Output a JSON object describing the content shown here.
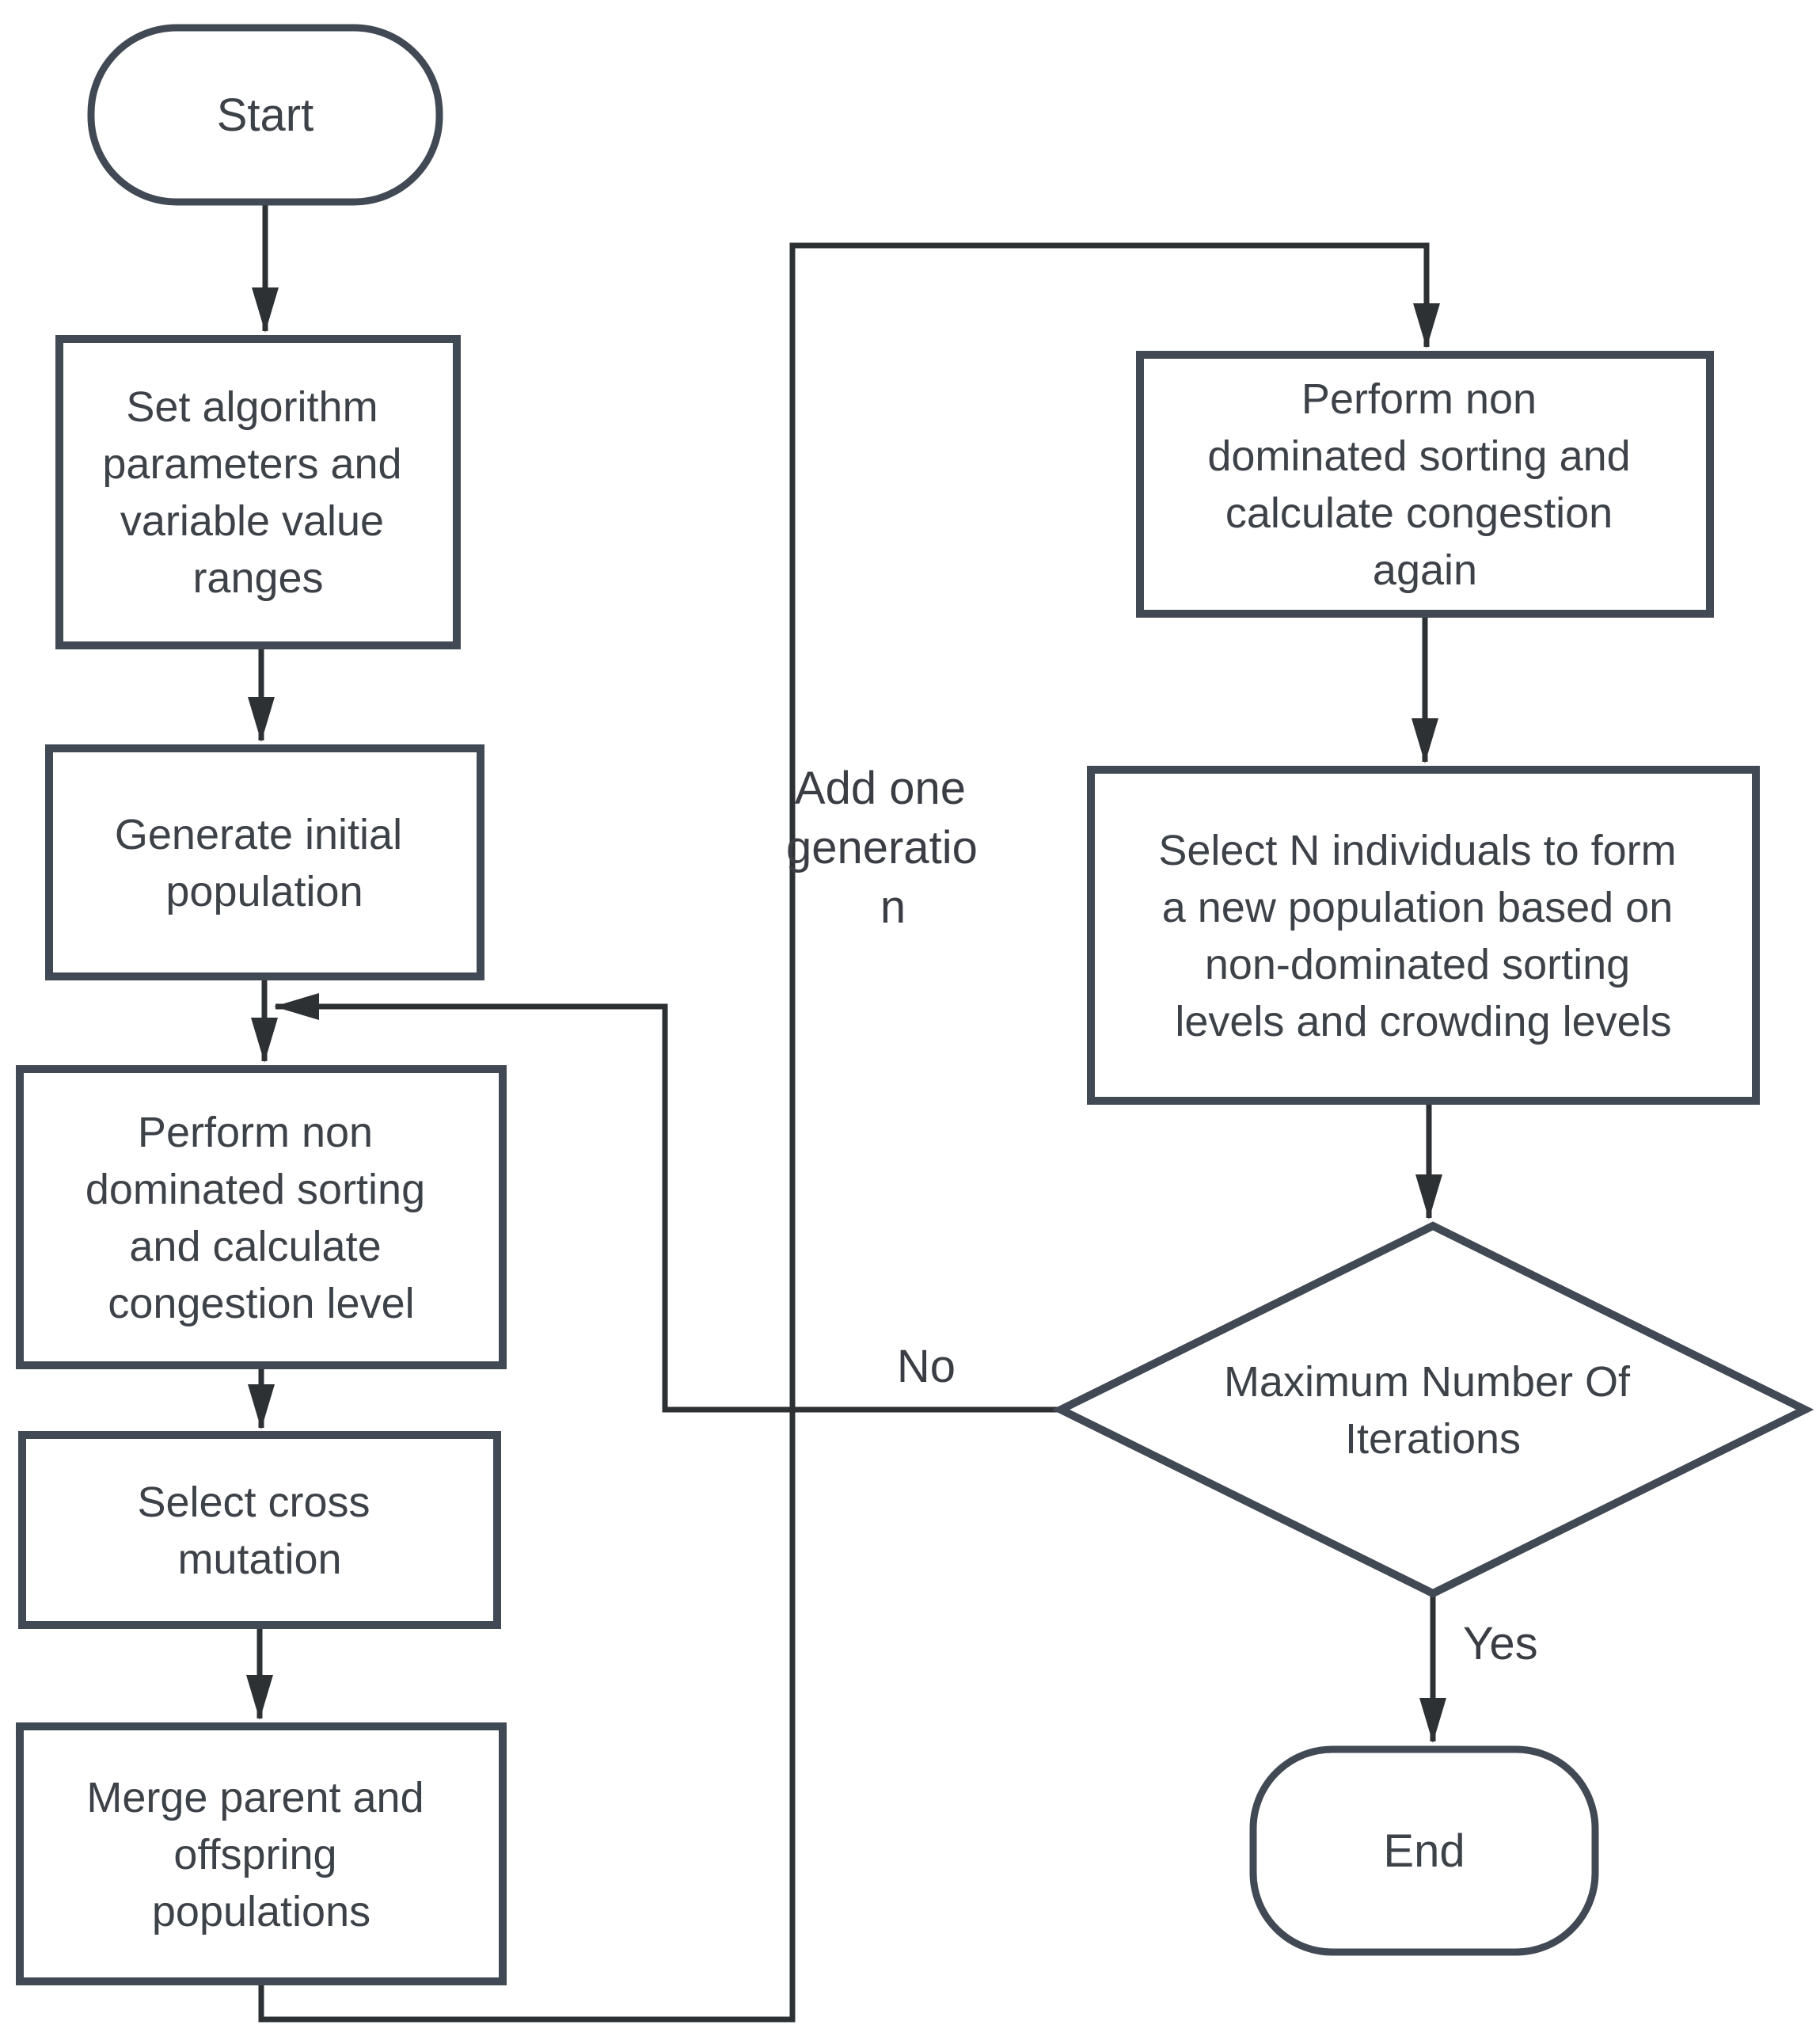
{
  "diagram": {
    "title": "NSGA-II optimization algorithm flowchart",
    "background": "#ffffff",
    "colors": {
      "node_border": "#414954",
      "connector": "#2e3134",
      "arrowhead": "#2e3134",
      "text": "#3d4248"
    },
    "nodes": {
      "start": {
        "type": "terminator",
        "text": "Start",
        "lines": [
          "Start"
        ]
      },
      "set_params": {
        "type": "process",
        "text": "Set algorithm parameters and variable value ranges",
        "lines": [
          "Set algorithm",
          "parameters and",
          "variable value",
          "ranges"
        ]
      },
      "generate": {
        "type": "process",
        "text": "Generate initial population",
        "lines": [
          "Generate initial",
          "population"
        ]
      },
      "sort1": {
        "type": "process",
        "text": "Perform non dominated sorting and calculate congestion level",
        "lines": [
          "Perform non",
          "dominated sorting",
          "and calculate",
          "congestion level"
        ]
      },
      "cross": {
        "type": "process",
        "text": "Select cross mutation",
        "lines": [
          "Select cross",
          "mutation"
        ]
      },
      "merge": {
        "type": "process",
        "text": "Merge parent and offspring populations",
        "lines": [
          "Merge parent and",
          "offspring",
          "populations"
        ]
      },
      "sort2": {
        "type": "process",
        "text": "Perform non dominated sorting and calculate congestion again",
        "lines": [
          "Perform non",
          "dominated sorting and",
          "calculate congestion",
          "again"
        ]
      },
      "select_n": {
        "type": "process",
        "text": "Select N individuals to form a new population based on non-dominated sorting levels and crowding levels",
        "lines": [
          "Select N individuals to form",
          "a new population based on",
          "non-dominated sorting",
          "levels and crowding levels"
        ]
      },
      "decision": {
        "type": "decision",
        "text": "Maximum Number Of Iterations",
        "lines": [
          "Maximum Number Of",
          "Iterations"
        ]
      },
      "end": {
        "type": "terminator",
        "text": "End",
        "lines": [
          "End"
        ]
      }
    },
    "edge_labels": {
      "no": "No",
      "yes": "Yes",
      "add_generation_lines": [
        "Add one",
        "generatio",
        "n"
      ]
    }
  }
}
